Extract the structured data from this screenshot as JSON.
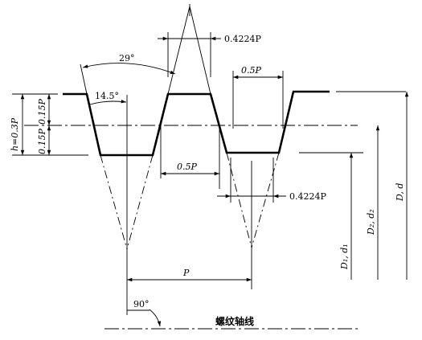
{
  "labels": {
    "angle_29": "29°",
    "angle_14_5": "14.5°",
    "dim_0_4224P_top": "0.4224P",
    "dim_0_5P_top": "0.5P",
    "dim_0_5P_mid": "0.5P",
    "dim_0_4224P_bottom": "0.4224P",
    "dim_h": "h=0.3P",
    "dim_0_15P_a": "0.15P",
    "dim_0_15P_b": "0.15P",
    "dim_P": "P",
    "angle_90": "90°",
    "axis_label": "螺纹轴线",
    "dia_D1_d1": "D₁, d₁",
    "dia_D2_d2": "D₂, d₂",
    "dia_D_d": "D, d"
  }
}
